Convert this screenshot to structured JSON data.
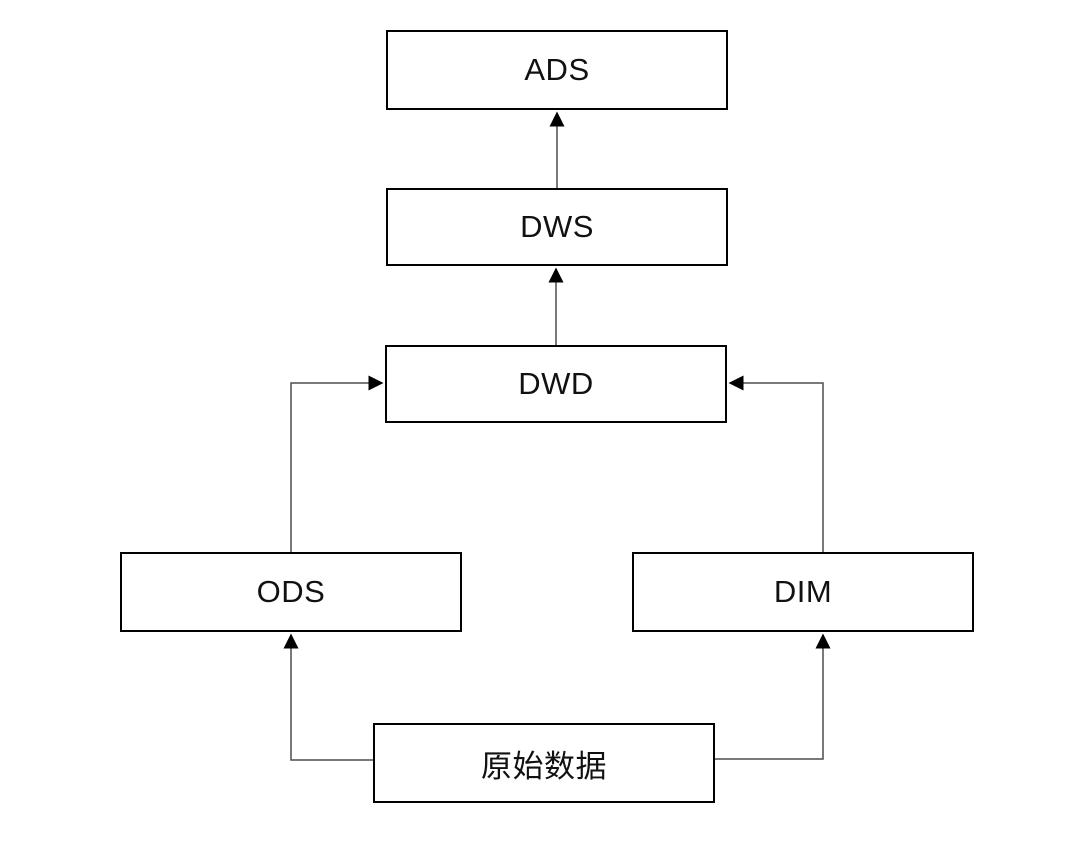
{
  "diagram": {
    "kind": "flowchart",
    "description": "Data warehouse layered architecture flow",
    "background_color": "#ffffff",
    "box_border_color": "#000000",
    "connector_color": "#4d4d4d",
    "arrowhead_color": "#000000",
    "text_color": "#111111",
    "nodes": [
      {
        "id": "ads",
        "label": "ADS"
      },
      {
        "id": "dws",
        "label": "DWS"
      },
      {
        "id": "dwd",
        "label": "DWD"
      },
      {
        "id": "ods",
        "label": "ODS"
      },
      {
        "id": "dim",
        "label": "DIM"
      },
      {
        "id": "raw",
        "label": "原始数据"
      }
    ],
    "edges": [
      {
        "from": "dws",
        "to": "ads"
      },
      {
        "from": "dwd",
        "to": "dws"
      },
      {
        "from": "ods",
        "to": "dwd"
      },
      {
        "from": "dim",
        "to": "dwd"
      },
      {
        "from": "raw",
        "to": "ods"
      },
      {
        "from": "raw",
        "to": "dim"
      }
    ]
  }
}
